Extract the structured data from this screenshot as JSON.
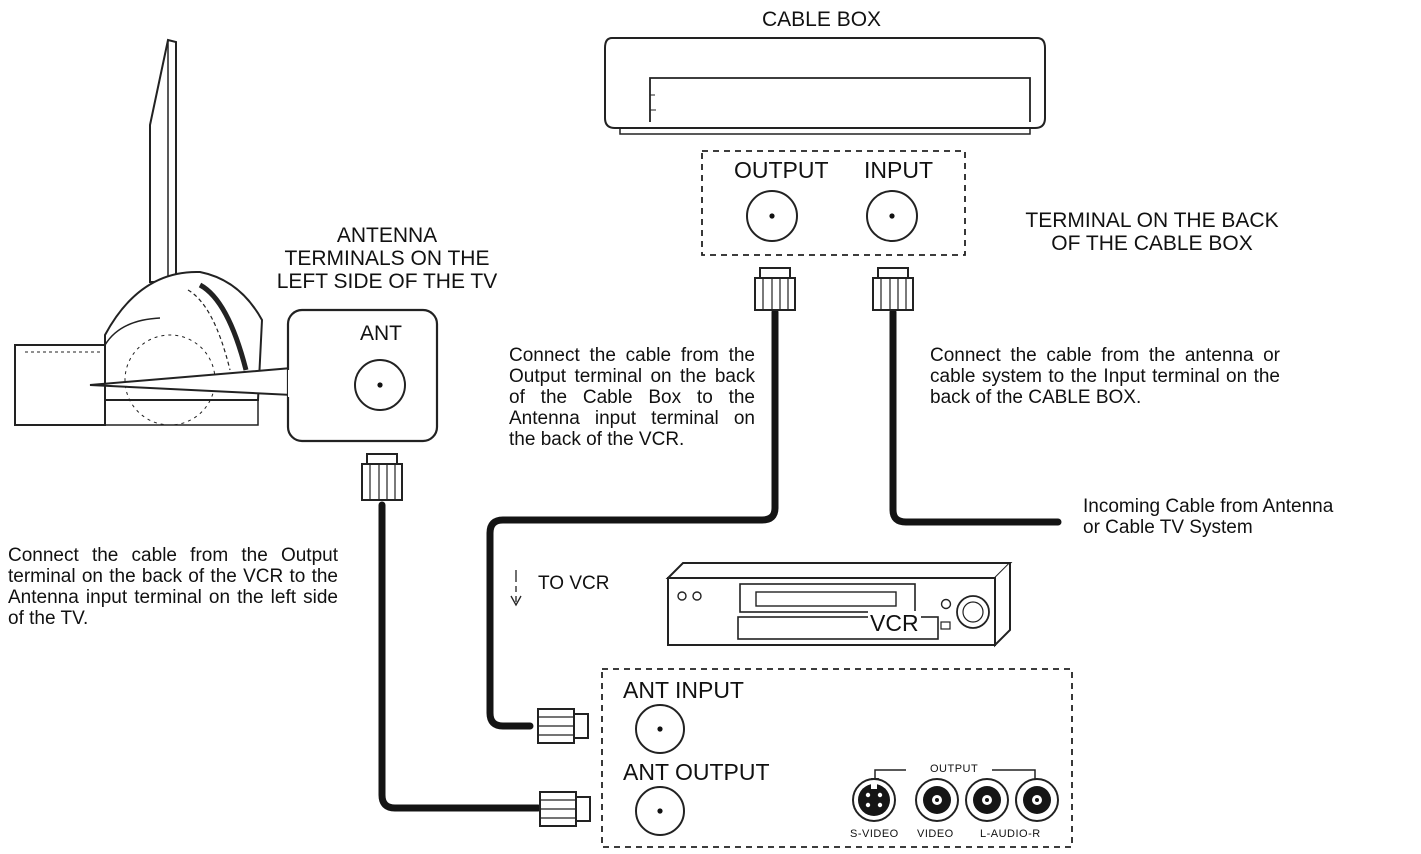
{
  "cable_box": {
    "title": "CABLE BOX",
    "output_label": "OUTPUT",
    "input_label": "INPUT",
    "terminal_caption": "TERMINAL ON THE BACK\nOF THE CABLE BOX"
  },
  "tv": {
    "caption": "ANTENNA\nTERMINALS ON THE\nLEFT SIDE OF THE TV",
    "ant_label": "ANT"
  },
  "instructions": {
    "cablebox_to_vcr": "Connect the cable from the Output terminal on the back of the Cable Box to the Antenna input terminal on the back of the VCR.",
    "antenna_to_cablebox": "Connect the cable from the antenna or cable system to the Input terminal on the back of the CABLE BOX.",
    "vcr_to_tv": "Connect the cable from the Output terminal on the back of the VCR to the Antenna input terminal on the left side of the TV."
  },
  "incoming": "Incoming Cable from Antenna\nor Cable TV System",
  "to_vcr": "TO VCR",
  "vcr": {
    "label": "VCR",
    "ant_input": "ANT INPUT",
    "ant_output": "ANT OUTPUT",
    "output_group": "OUTPUT",
    "svideo": "S-VIDEO",
    "video": "VIDEO",
    "audio": "L-AUDIO-R"
  }
}
